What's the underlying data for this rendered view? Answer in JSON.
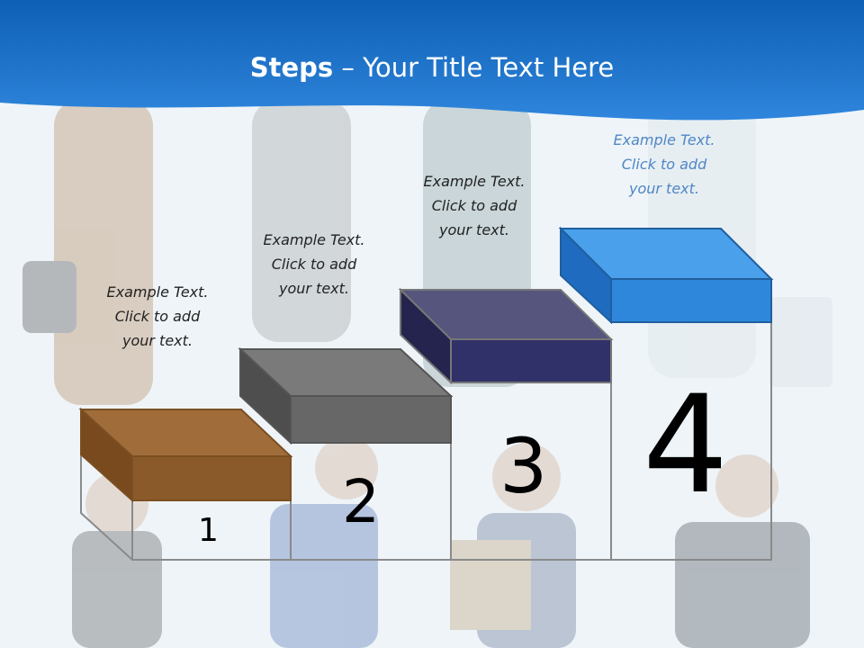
{
  "title": {
    "bold": "Steps",
    "rest": " – Your Title Text Here"
  },
  "steps": [
    {
      "number": "1",
      "caption": [
        "Example Text.",
        "Click  to add",
        "your text."
      ],
      "color": "#8b5a2b"
    },
    {
      "number": "2",
      "caption": [
        "Example Text.",
        "Click  to add",
        "your text."
      ],
      "color": "#6e6e6e"
    },
    {
      "number": "3",
      "caption": [
        "Example Text.",
        "Click  to add",
        "your text."
      ],
      "color": "#33336b"
    },
    {
      "number": "4",
      "caption": [
        "Example Text.",
        "Click  to add",
        "your text."
      ],
      "color": "#2f87dc"
    }
  ],
  "colors": {
    "header": "#1a6fc7",
    "caption_highlight": "#4f86c6",
    "background": "#eef4f8"
  },
  "background_image": "workers-photo"
}
